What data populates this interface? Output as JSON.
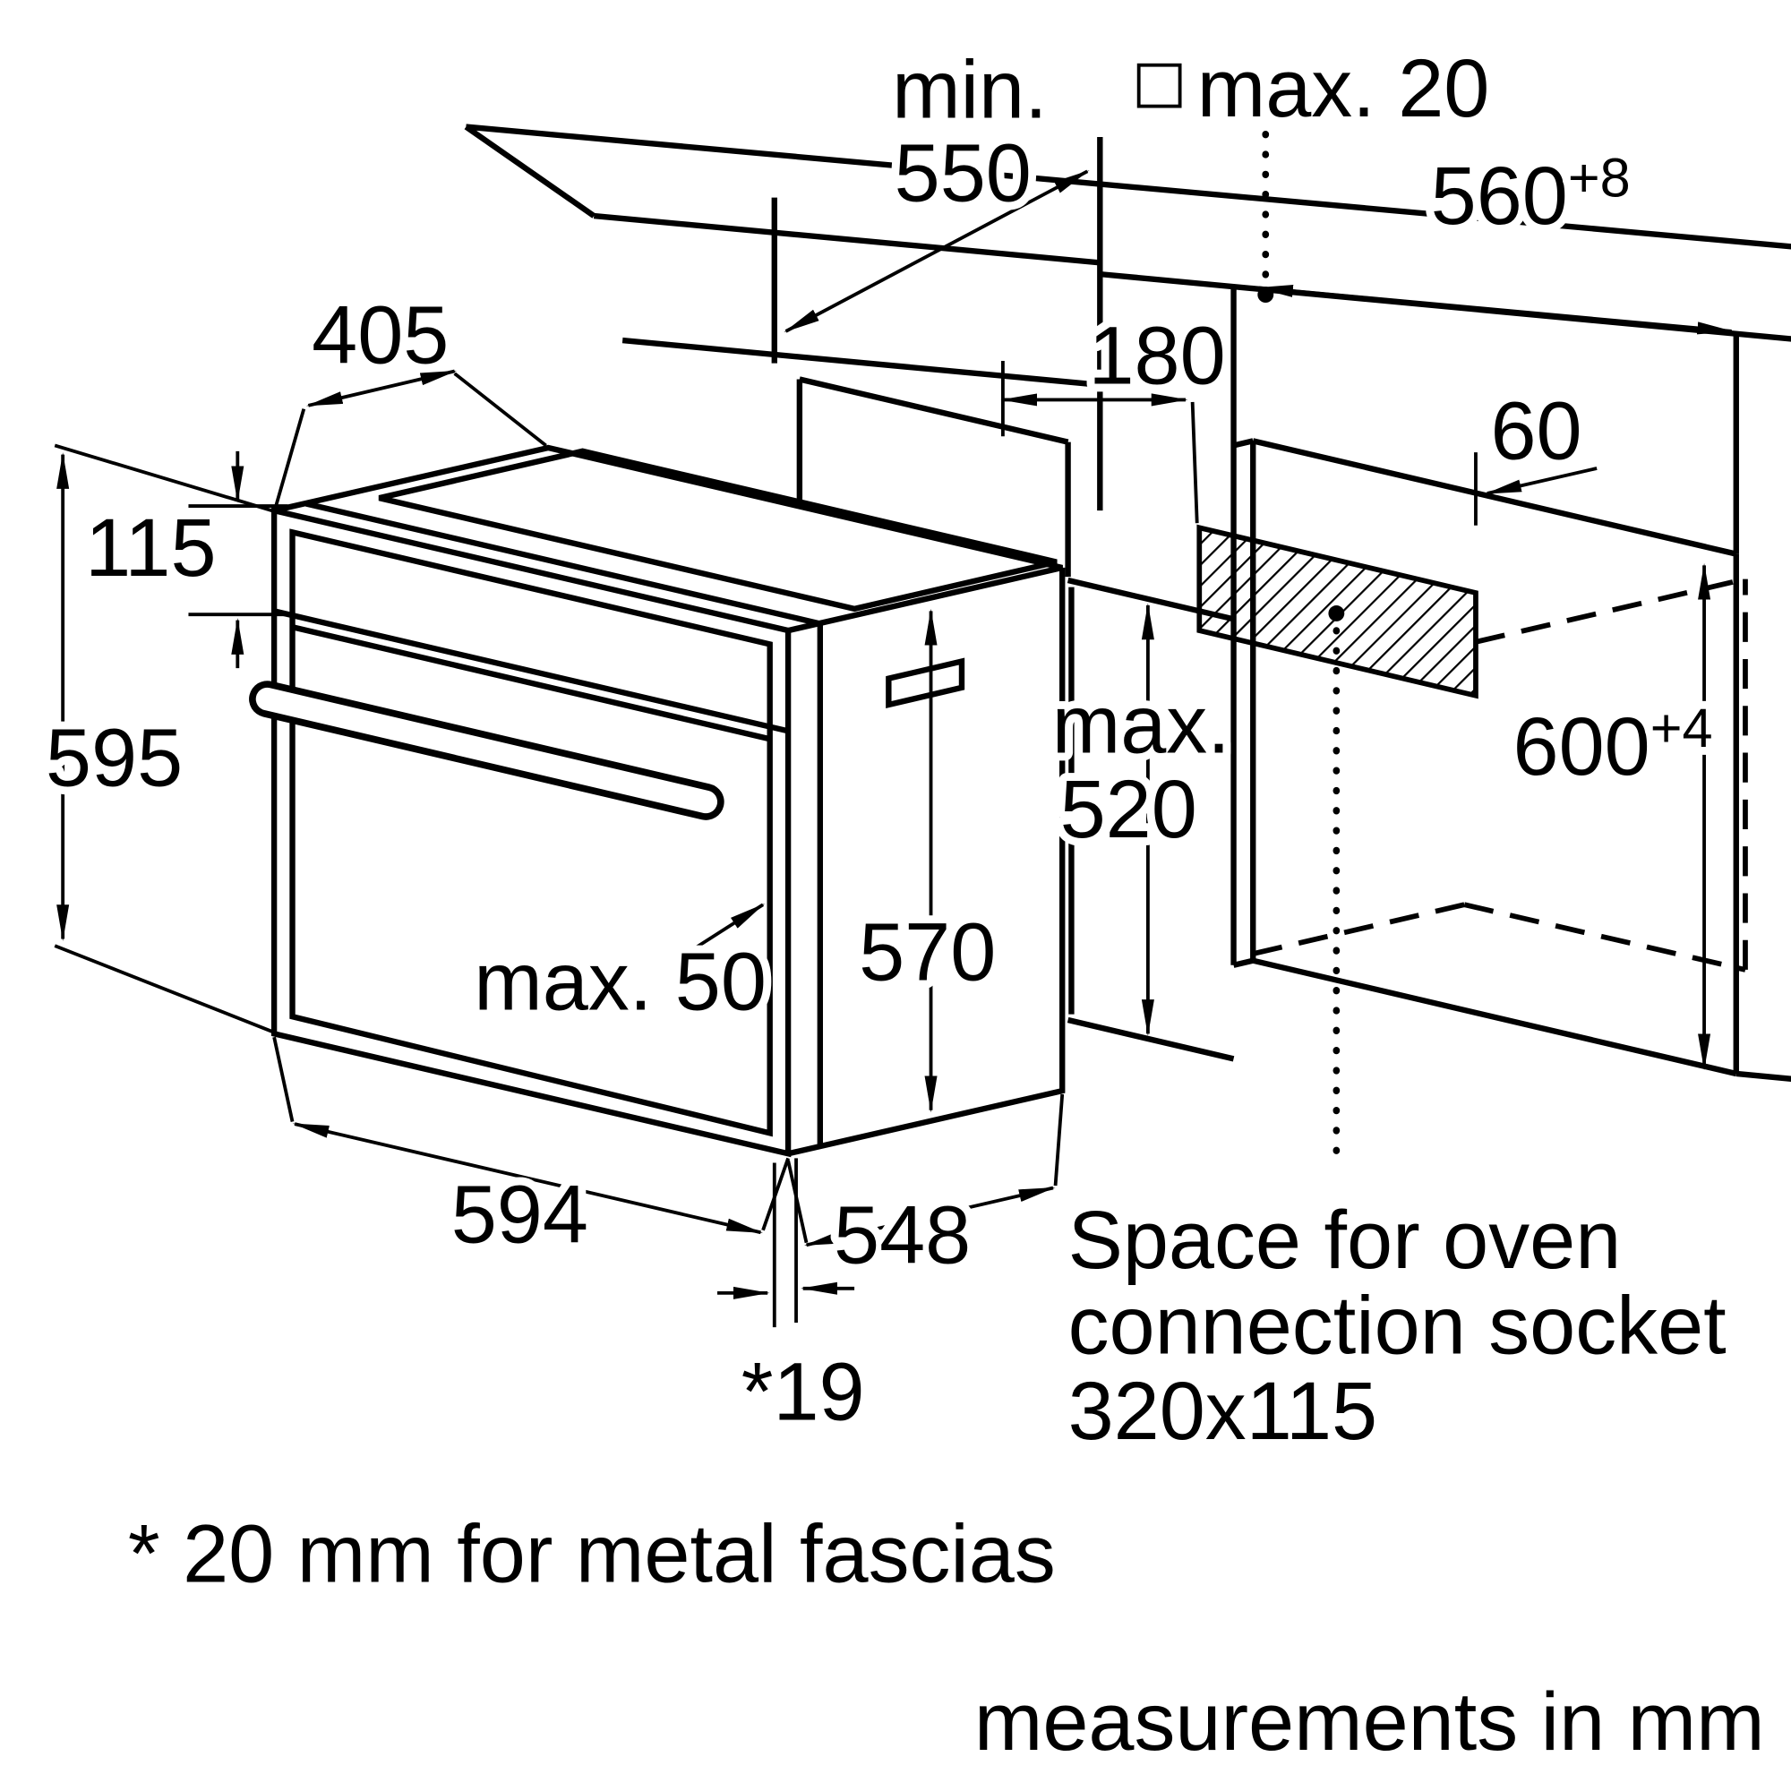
{
  "diagram": {
    "units_note": "measurements in mm",
    "footnote": "* 20 mm for metal fascias",
    "socket_note": [
      "Space for oven",
      "connection socket",
      "320x115"
    ],
    "dimensions": {
      "niche_depth_prefix": "min.",
      "niche_depth": "550",
      "top_gap": "max. 20",
      "niche_width": "560",
      "niche_width_tolerance": "+8",
      "oven_top_depth": "405",
      "socket_offset_side": "180",
      "socket_offset_top": "60",
      "control_panel_height": "115",
      "oven_height": "595",
      "builtunder_height_prefix": "max.",
      "builtunder_height": "520",
      "niche_height": "600",
      "niche_height_tolerance": "+4",
      "handle_protrusion": "max. 50",
      "oven_body_height": "570",
      "oven_width": "594",
      "oven_body_depth": "548",
      "fascia_depth": "*19"
    },
    "colors": {
      "line": "#000000",
      "background": "#ffffff"
    }
  }
}
